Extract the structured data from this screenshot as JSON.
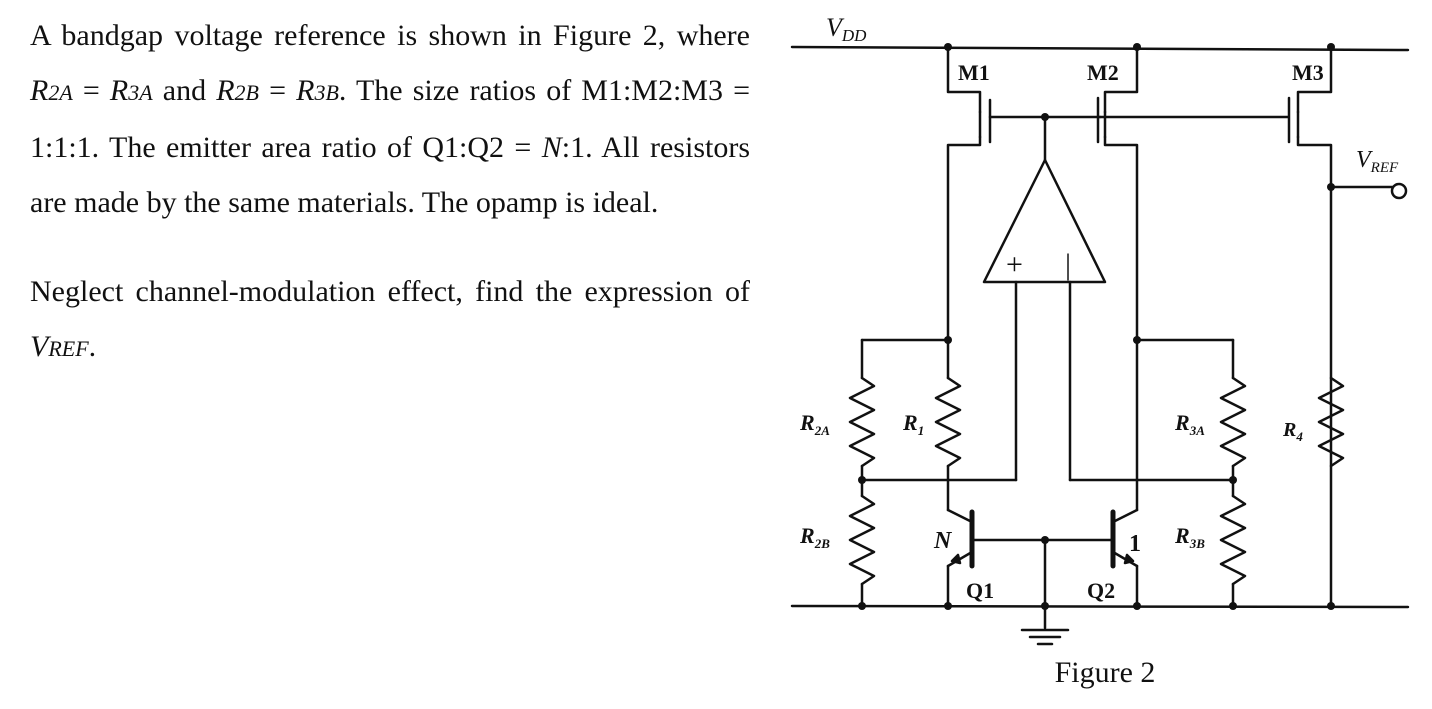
{
  "problem": {
    "p1": {
      "a": "A bandgap voltage reference is shown in Figure 2, where ",
      "b": " and ",
      "c": ". The size ratios of M1:M2:M3 = 1:1:1. The emitter area ratio of Q1:Q2 = ",
      "d": ":1. All resistors are made by the same materials. The opamp is ideal.",
      "r2a_main": "R",
      "r2a_sub": "2A",
      "eq1": " = ",
      "r3a_main": "R",
      "r3a_sub": "3A",
      "r2b_main": "R",
      "r2b_sub": "2B",
      "eq2": " = ",
      "r3b_main": "R",
      "r3b_sub": "3B",
      "n": "N"
    },
    "p2": {
      "a": "Neglect channel-modulation effect, find the expression of ",
      "vref_main": "V",
      "vref_sub": "REF",
      "end": "."
    }
  },
  "figure": {
    "caption": "Figure 2",
    "vdd": {
      "main": "V",
      "sub": "DD"
    },
    "vref": {
      "main": "V",
      "sub": "REF"
    },
    "m1": "M1",
    "m2": "M2",
    "m3": "M3",
    "q1": "Q1",
    "q2": "Q2",
    "q1_ratio": "N",
    "q2_ratio": "1",
    "opamp_plus": "+",
    "opamp_minus": "|",
    "r2a": {
      "main": "R",
      "sub": "2A"
    },
    "r1": {
      "main": "R",
      "sub": "1"
    },
    "r3a": {
      "main": "R",
      "sub": "3A"
    },
    "r4": {
      "main": "R",
      "sub": "4"
    },
    "r2b": {
      "main": "R",
      "sub": "2B"
    },
    "r3b": {
      "main": "R",
      "sub": "3B"
    }
  }
}
